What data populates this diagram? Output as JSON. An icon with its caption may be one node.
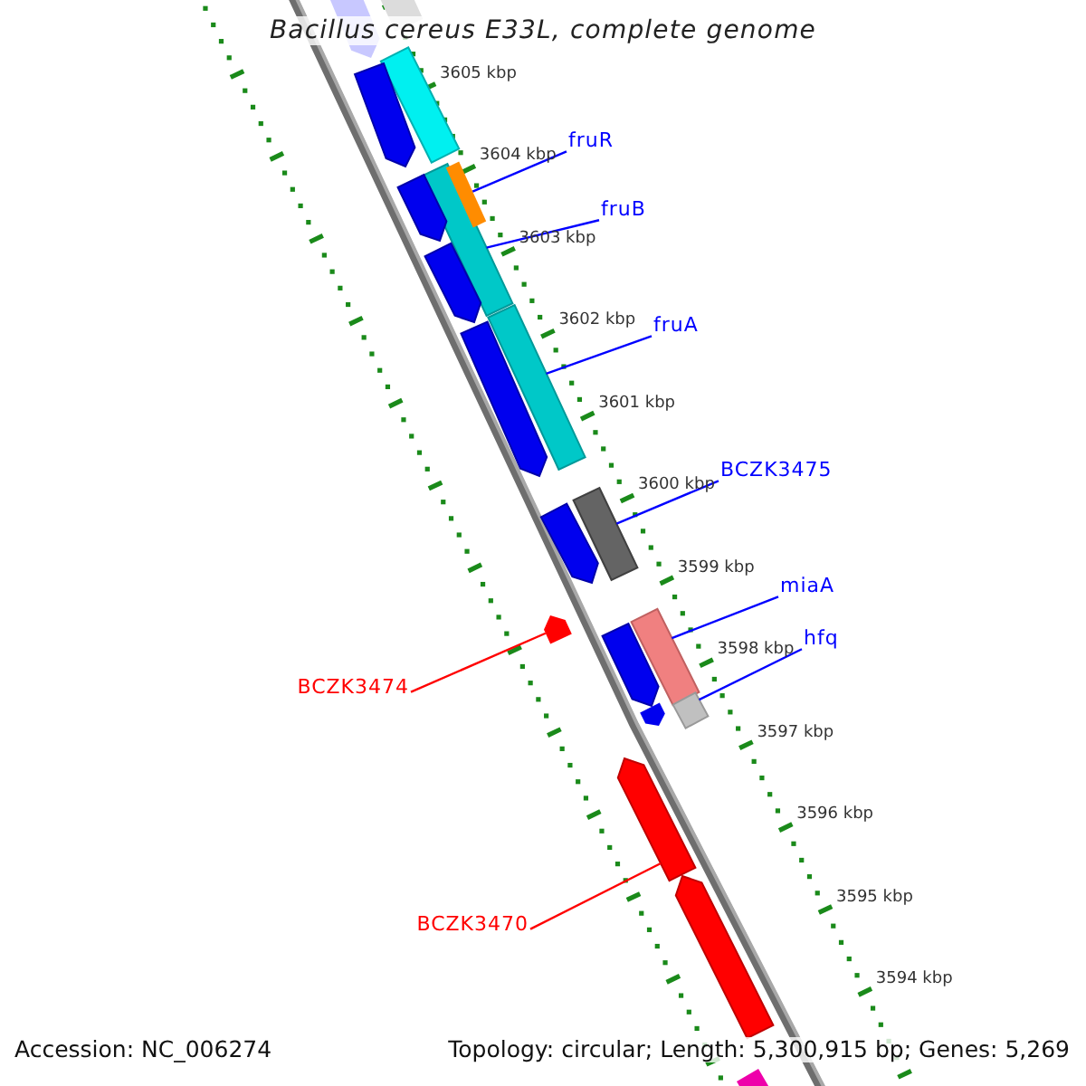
{
  "diagram": {
    "title": "Bacillus cereus E33L, complete genome",
    "nodes": [
      {
        "text": [
          "fruR"
        ]
      },
      {
        "text": [
          "fruB"
        ]
      },
      {
        "text": [
          "fruA"
        ]
      },
      {
        "text": [
          "BCZK3475"
        ]
      },
      {
        "text": [
          "miaA"
        ]
      },
      {
        "text": [
          "hfq"
        ]
      },
      {
        "text": [
          "BCZK3474"
        ]
      },
      {
        "text": [
          "BCZK3470"
        ]
      },
      {
        "text": [],
        "shape": "bar"
      },
      {
        "text": [],
        "shape": "bar"
      },
      {
        "text": [],
        "shape": "bar"
      },
      {
        "text": [],
        "shape": "bar"
      },
      {
        "text": [],
        "shape": "bar"
      },
      {
        "text": [],
        "shape": "bar"
      },
      {
        "text": [],
        "shape": "bar"
      },
      {
        "text": [],
        "shape": "bar"
      },
      {
        "text": [],
        "shape": "bar"
      },
      {
        "text": [],
        "shape": "bar"
      },
      {
        "text": [],
        "shape": "bar"
      },
      {
        "text": [],
        "shape": "bar"
      },
      {
        "text": [],
        "shape": "bar"
      },
      {
        "text": [],
        "shape": "bar"
      },
      {
        "text": [],
        "shape": "bar"
      },
      {
        "text": [],
        "shape": "bar"
      },
      {
        "text": [],
        "shape": "bar"
      },
      {
        "text": [],
        "shape": "bar"
      },
      {
        "text": [],
        "shape": "bar"
      },
      {
        "text": [],
        "shape": "bar"
      }
    ],
    "edges": [
      {
        "from": 0,
        "to": 12,
        "arrow": "none"
      },
      {
        "from": 1,
        "to": 13,
        "arrow": "none"
      },
      {
        "from": 2,
        "to": 16,
        "arrow": "none"
      },
      {
        "from": 3,
        "to": 18,
        "arrow": "none"
      },
      {
        "from": 4,
        "to": 21,
        "arrow": "none"
      },
      {
        "from": 5,
        "to": 23,
        "arrow": "none"
      },
      {
        "from": 6,
        "to": 20,
        "arrow": "none",
        "color": "#ff0000"
      },
      {
        "from": 7,
        "to": 25,
        "arrow": "none",
        "color": "#ff0000"
      }
    ],
    "labels": [
      "3605 kbp",
      "3604 kbp",
      "3603 kbp",
      "3602 kbp",
      "3601 kbp",
      "3600 kbp",
      "3599 kbp",
      "3598 kbp",
      "3597 kbp",
      "3596 kbp",
      "3595 kbp",
      "3594 kbp",
      "Accession: NC_006274",
      "Topology: circular; Length: 5,300,915 bp; Genes: 5,269"
    ]
  }
}
